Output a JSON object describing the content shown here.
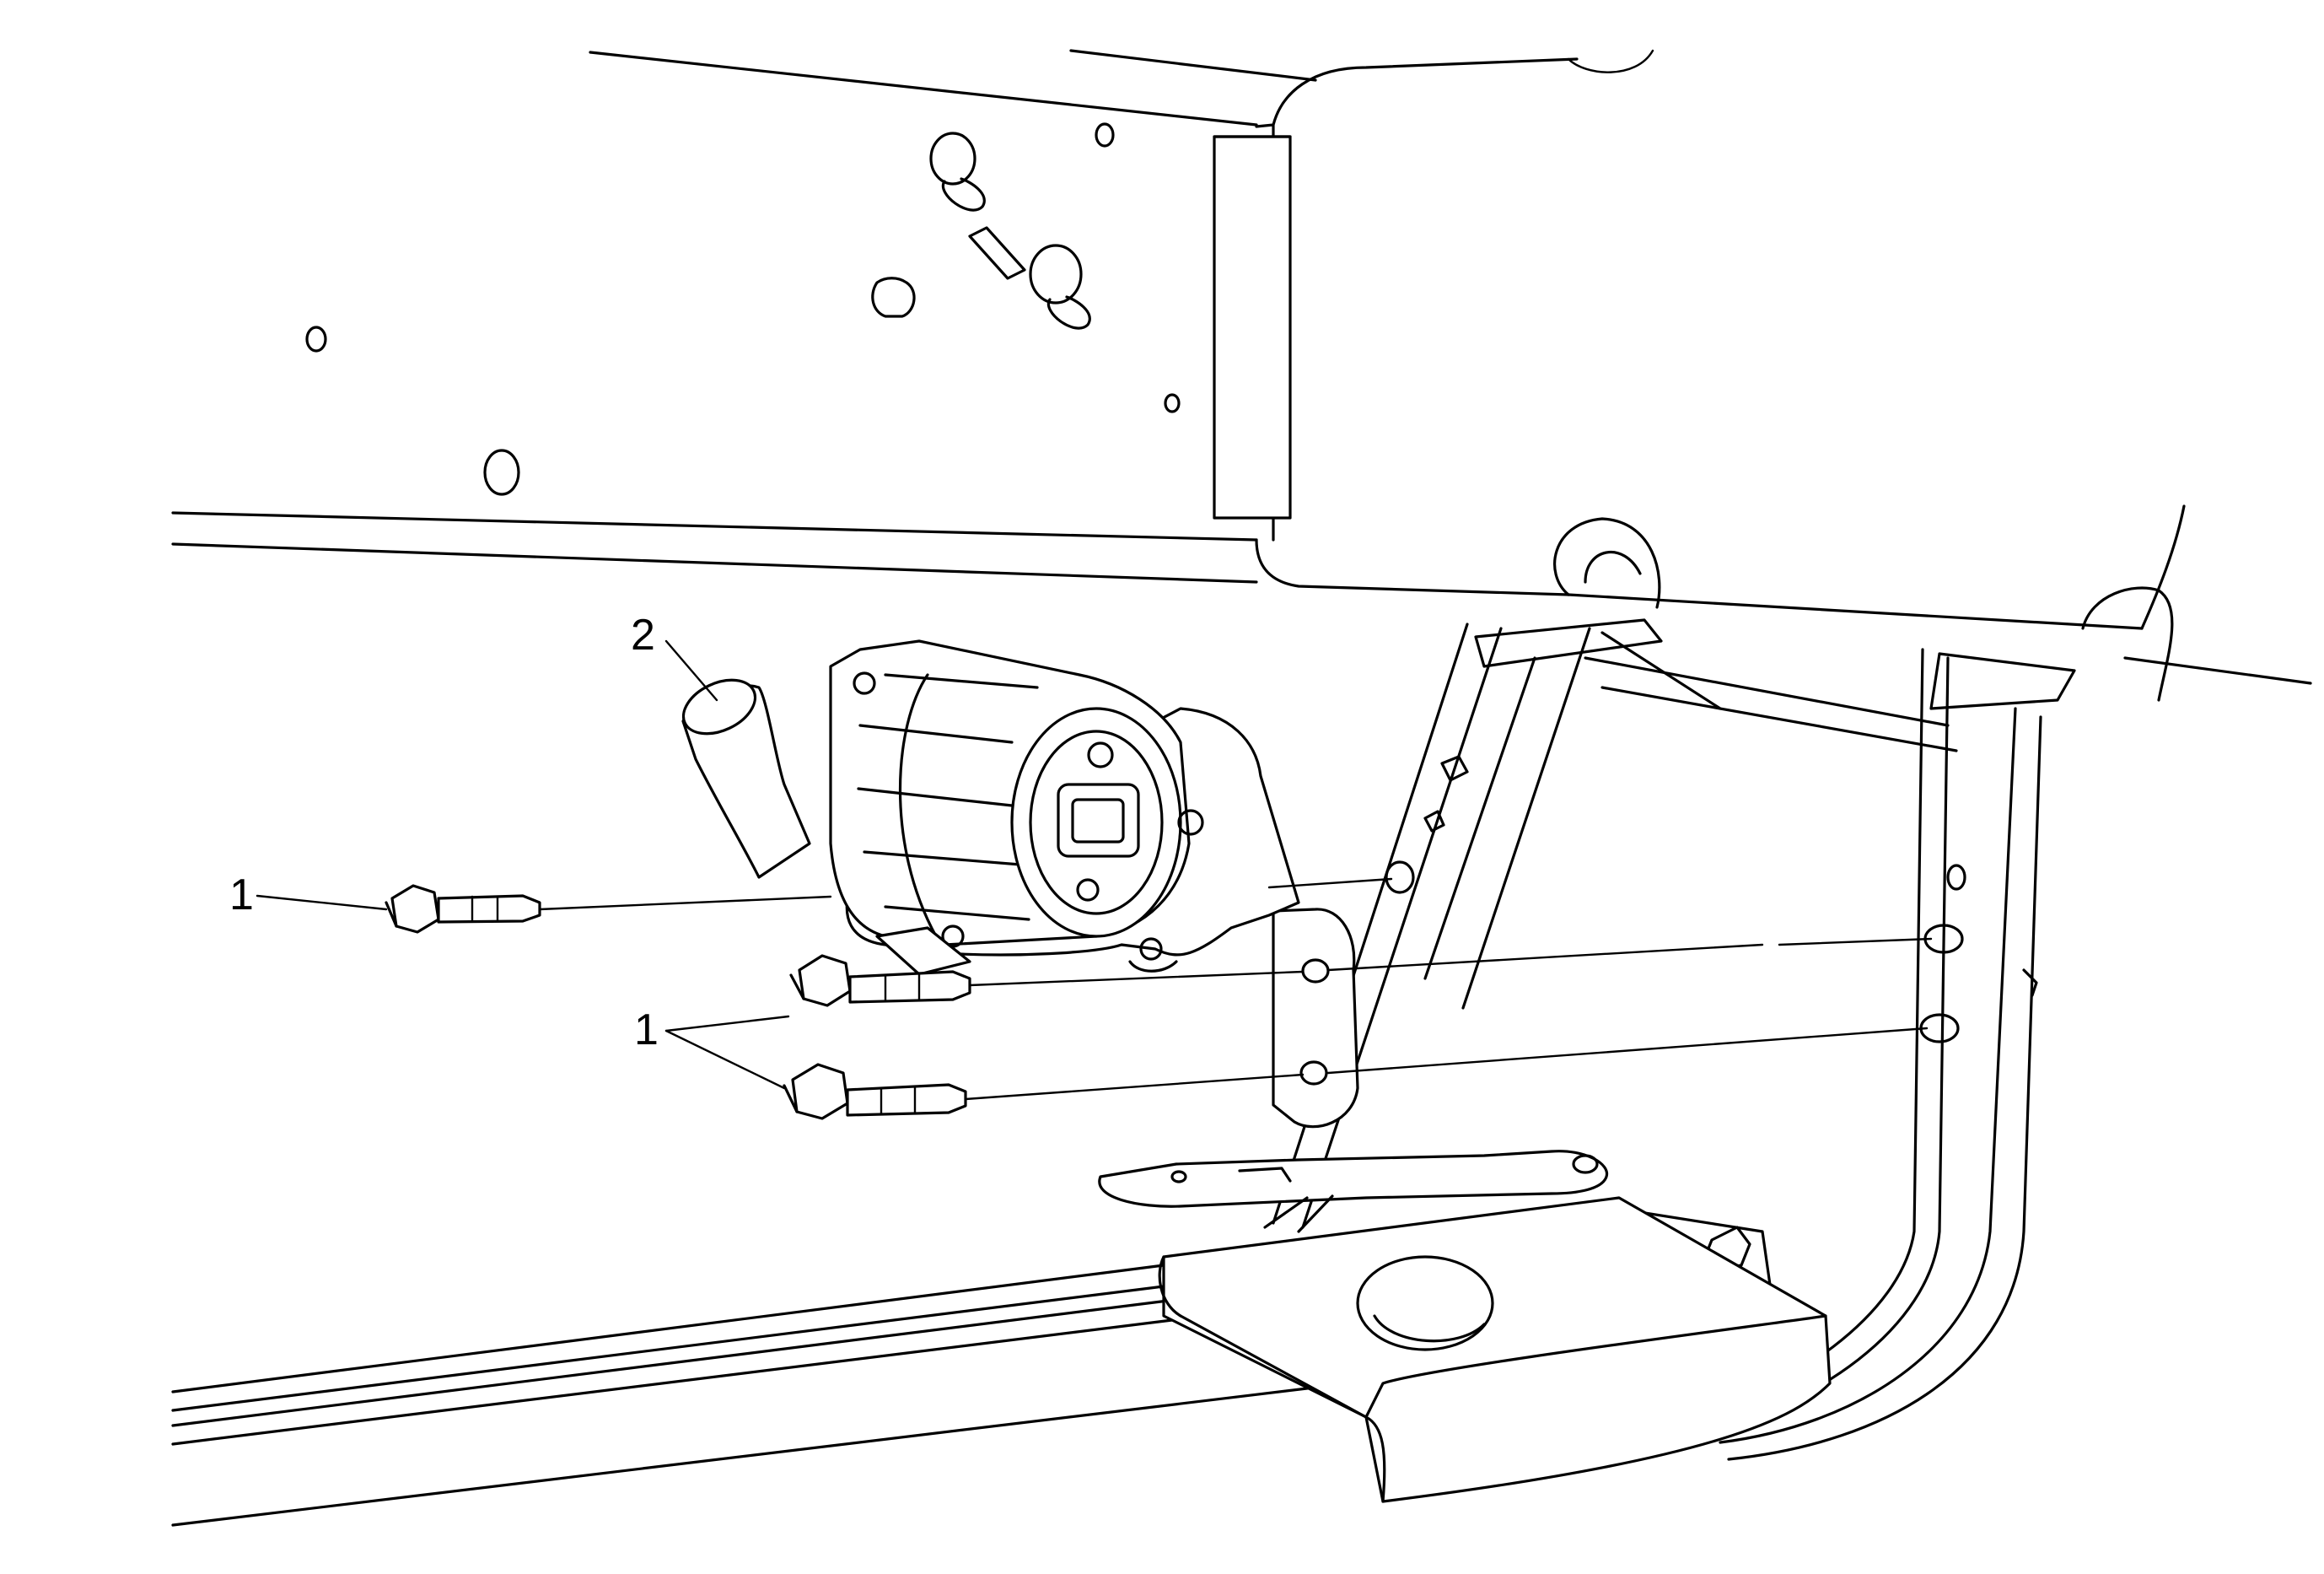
{
  "callouts": [
    {
      "id": "c1a",
      "label": "1"
    },
    {
      "id": "c1b",
      "label": "1"
    },
    {
      "id": "c2",
      "label": "2"
    }
  ],
  "parts": [
    {
      "callout": "1",
      "icon": "bolt-icon",
      "count": 3
    },
    {
      "callout": "2",
      "icon": "pump-icon",
      "count": 1
    }
  ]
}
